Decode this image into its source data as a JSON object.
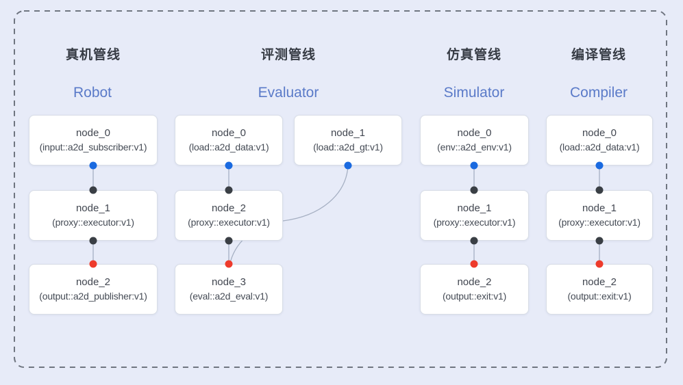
{
  "pipelines": [
    {
      "zh": "真机管线",
      "en": "Robot",
      "nodes": [
        {
          "title": "node_0",
          "subtitle": "(input::a2d_subscriber:v1)"
        },
        {
          "title": "node_1",
          "subtitle": "(proxy::executor:v1)"
        },
        {
          "title": "node_2",
          "subtitle": "(output::a2d_publisher:v1)"
        }
      ]
    },
    {
      "zh": "评测管线",
      "en": "Evaluator",
      "nodes": [
        {
          "title": "node_0",
          "subtitle": "(load::a2d_data:v1)"
        },
        {
          "title": "node_1",
          "subtitle": "(load::a2d_gt:v1)"
        },
        {
          "title": "node_2",
          "subtitle": "(proxy::executor:v1)"
        },
        {
          "title": "node_3",
          "subtitle": "(eval::a2d_eval:v1)"
        }
      ]
    },
    {
      "zh": "仿真管线",
      "en": "Simulator",
      "nodes": [
        {
          "title": "node_0",
          "subtitle": "(env::a2d_env:v1)"
        },
        {
          "title": "node_1",
          "subtitle": "(proxy::executor:v1)"
        },
        {
          "title": "node_2",
          "subtitle": "(output::exit:v1)"
        }
      ]
    },
    {
      "zh": "编译管线",
      "en": "Compiler",
      "nodes": [
        {
          "title": "node_0",
          "subtitle": "(load::a2d_data:v1)"
        },
        {
          "title": "node_1",
          "subtitle": "(proxy::executor:v1)"
        },
        {
          "title": "node_2",
          "subtitle": "(output::exit:v1)"
        }
      ]
    }
  ],
  "colors": {
    "background": "#e7ebf8",
    "box_fill": "#ffffff",
    "box_border": "#d8dde6",
    "edge": "#a6b0c3",
    "dashed_border": "#6f7580",
    "port_blue": "#1a6ae0",
    "port_black": "#3a3f45",
    "port_red": "#ee3b2c",
    "title_zh": "#363b44",
    "title_en": "#5a7ac8",
    "node_text": "#40454f"
  }
}
